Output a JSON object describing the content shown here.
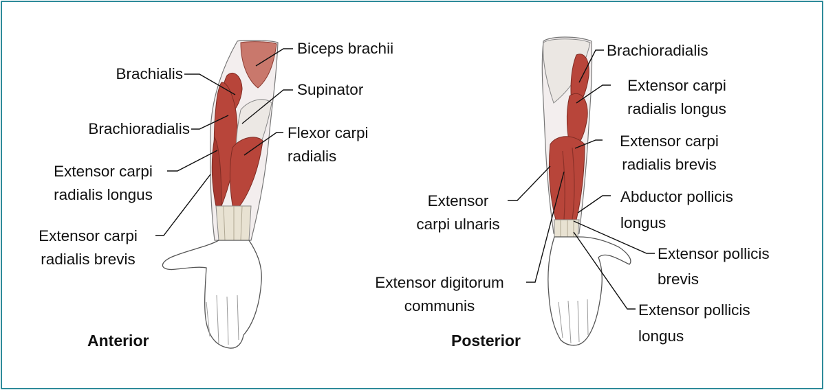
{
  "figure": {
    "border_color": "#2e8b9a",
    "muscle_color": "#b8453a",
    "tendon_color": "#e8e2d2",
    "views": {
      "anterior": "Anterior",
      "posterior": "Posterior"
    },
    "anterior_labels": {
      "biceps_brachii": "Biceps brachii",
      "brachialis": "Brachialis",
      "supinator": "Supinator",
      "brachioradialis": "Brachioradialis",
      "flexor_carpi_radialis": [
        "Flexor carpi",
        "radialis"
      ],
      "ecr_longus": [
        "Extensor carpi",
        "radialis longus"
      ],
      "ecr_brevis": [
        "Extensor carpi",
        "radialis brevis"
      ]
    },
    "posterior_labels": {
      "brachioradialis": "Brachioradialis",
      "ecr_longus": [
        "Extensor carpi",
        "radialis longus"
      ],
      "ecr_brevis": [
        "Extensor carpi",
        "radialis brevis"
      ],
      "abductor_pollicis_longus": [
        "Abductor pollicis",
        "longus"
      ],
      "extensor_carpi_ulnaris": [
        "Extensor",
        "carpi ulnaris"
      ],
      "extensor_pollicis_brevis": [
        "Extensor pollicis",
        "brevis"
      ],
      "extensor_digitorum_communis": [
        "Extensor digitorum",
        "communis"
      ],
      "extensor_pollicis_longus": [
        "Extensor pollicis",
        "longus"
      ]
    }
  }
}
